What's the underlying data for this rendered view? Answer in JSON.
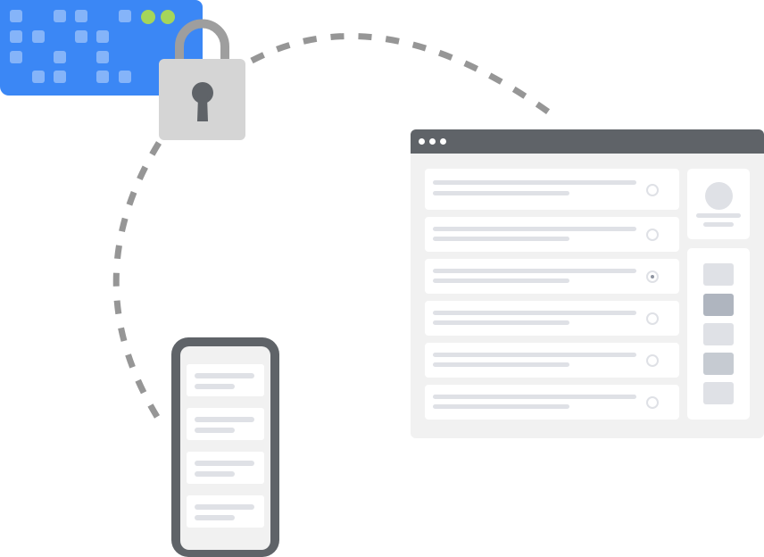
{
  "colors": {
    "server_blue": "#3b87f5",
    "server_led": "#ffffff",
    "status_green": "#a5d65b",
    "dash_gray": "#969696",
    "lock_body": "#d5d5d5",
    "lock_shackle": "#9e9e9e",
    "keyhole": "#5f6368",
    "titlebar": "#5f6368",
    "window_bg": "#f1f1f1",
    "placeholder_line": "#dfe1e6",
    "phone_frame": "#5f6368"
  },
  "server": {
    "icon": "server-rack-icon",
    "status_lights": 2
  },
  "padlock": {
    "icon": "padlock-icon",
    "state": "locked"
  },
  "browser": {
    "window_dots": 3,
    "list_rows": 6,
    "selected_row": 3,
    "swatches": [
      "#dfe1e6",
      "#afb5bf",
      "#dfe1e6",
      "#c6cbd2",
      "#dfe1e6"
    ]
  },
  "phone": {
    "icon": "mobile-phone-icon",
    "list_rows": 4
  }
}
